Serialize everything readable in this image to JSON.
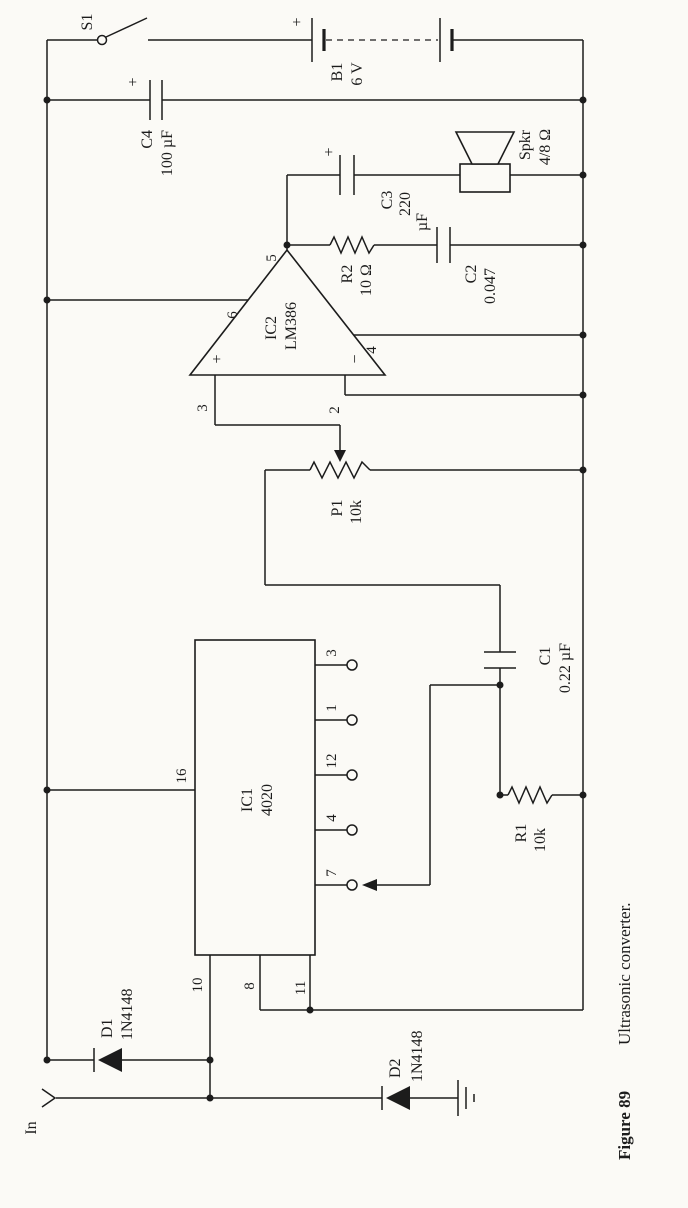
{
  "figure": {
    "label": "Figure 89",
    "caption": "Ultrasonic converter."
  },
  "input": {
    "label": "In"
  },
  "power": {
    "switch": {
      "ref": "S1"
    },
    "battery": {
      "ref": "B1",
      "value": "6 V",
      "polarity": "+"
    }
  },
  "speaker": {
    "ref": "Spkr",
    "value": "4/8 Ω"
  },
  "capacitors": {
    "c1": {
      "ref": "C1",
      "value": "0.22 µF"
    },
    "c2": {
      "ref": "C2",
      "value": "0.047"
    },
    "c3": {
      "ref": "C3",
      "value": "220",
      "unit": "µF",
      "polarity": "+"
    },
    "c4": {
      "ref": "C4",
      "value": "100 µF",
      "polarity": "+"
    }
  },
  "resistors": {
    "r1": {
      "ref": "R1",
      "value": "10k"
    },
    "r2": {
      "ref": "R2",
      "value": "10 Ω"
    },
    "p1": {
      "ref": "P1",
      "value": "10k"
    }
  },
  "diodes": {
    "d1": {
      "ref": "D1",
      "value": "1N4148"
    },
    "d2": {
      "ref": "D2",
      "value": "1N4148"
    }
  },
  "ics": {
    "ic1": {
      "ref": "IC1",
      "part": "4020",
      "pins": {
        "p16": "16",
        "p10": "10",
        "p8": "8",
        "p11": "11",
        "q3": "3",
        "q1": "1",
        "q12": "12",
        "q4": "4",
        "q7": "7"
      }
    },
    "ic2": {
      "ref": "IC2",
      "part": "LM386",
      "plus": "+",
      "minus": "−",
      "pins": {
        "p2": "2",
        "p3": "3",
        "p4": "4",
        "p5": "5",
        "p6": "6"
      }
    }
  }
}
